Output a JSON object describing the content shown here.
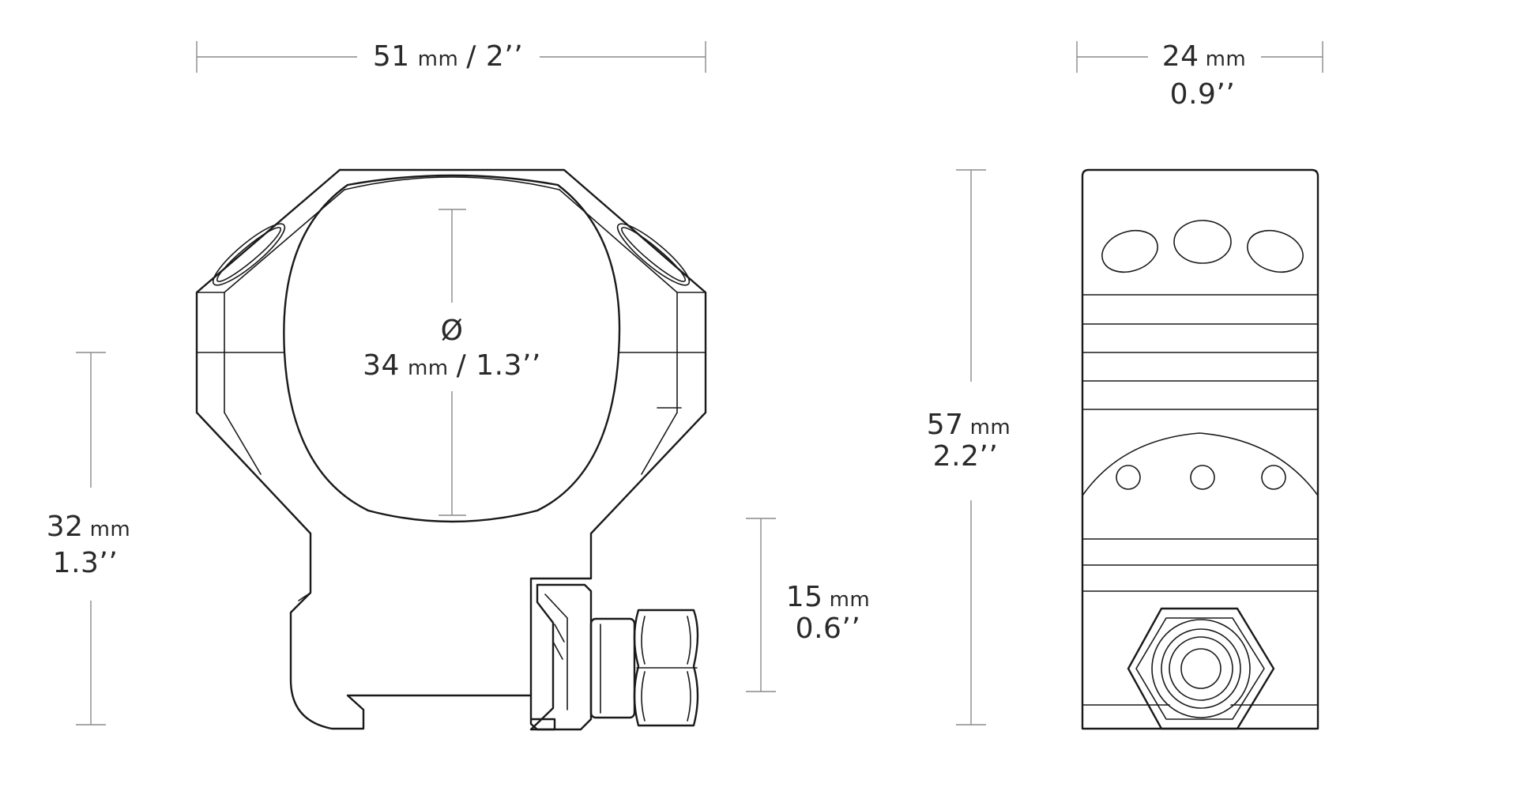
{
  "colors": {
    "line": "#1a1a1a",
    "dimension": "#8a8a8a",
    "text": "#2a2a2a",
    "background": "#ffffff"
  },
  "front_view": {
    "width_label": {
      "value": "51",
      "unit": "mm",
      "imperial": "/ 2’’"
    },
    "diameter_label": {
      "symbol": "Ø",
      "value": "34",
      "unit": "mm",
      "imperial": "/ 1.3’’"
    },
    "height_label": {
      "value": "32",
      "unit": "mm",
      "imperial": "1.3’’"
    },
    "clamp_label": {
      "value": "15",
      "unit": "mm",
      "imperial": "0.6’’"
    }
  },
  "side_view": {
    "width_label": {
      "value": "24",
      "unit": "mm",
      "imperial": "0.9’’"
    },
    "height_label": {
      "value": "57",
      "unit": "mm",
      "imperial": "2.2’’"
    }
  }
}
